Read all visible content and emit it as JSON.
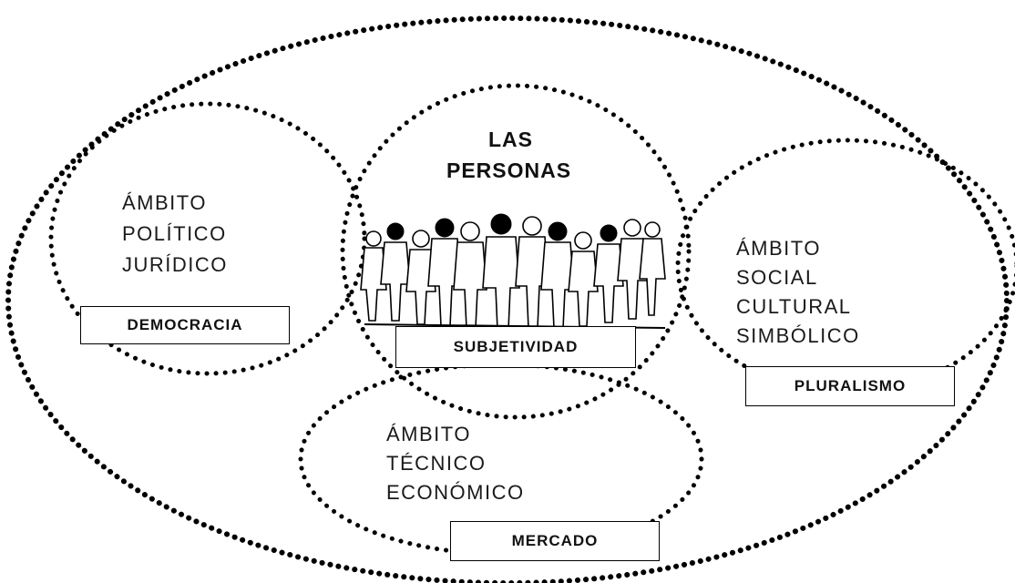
{
  "center": {
    "title_line1": "LAS",
    "title_line2": "PERSONAS",
    "box_label": "SUBJETIVIDAD"
  },
  "political": {
    "line1": "ÁMBITO",
    "line2": "POLÍTICO",
    "line3": "JURÍDICO",
    "box_label": "DEMOCRACIA"
  },
  "social": {
    "line1": "ÁMBITO",
    "line2": "SOCIAL",
    "line3": "CULTURAL",
    "line4": "SIMBÓLICO",
    "box_label": "PLURALISMO"
  },
  "technical": {
    "line1": "ÁMBITO",
    "line2": "TÉCNICO",
    "line3": "ECONÓMICO",
    "box_label": "MERCADO"
  }
}
